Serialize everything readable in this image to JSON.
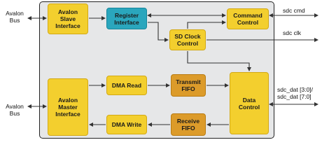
{
  "external": {
    "avalon_bus_top": "Avalon\nBus",
    "avalon_bus_bottom": "Avalon\nBus"
  },
  "blocks": {
    "avalon_slave": "Avalon\nSlave\nInterface",
    "register_interface": "Register\nInterface",
    "command_control": "Command\nControl",
    "sd_clock_control": "SD Clock\nControl",
    "avalon_master": "Avalon\nMaster\nInterface",
    "dma_read": "DMA Read",
    "transmit_fifo": "Transmit\nFIFO",
    "data_control": "Data\nControl",
    "dma_write": "DMA Write",
    "receive_fifo": "Receive\nFIFO"
  },
  "signals": {
    "sdc_cmd": "sdc cmd",
    "sdc_clk": "sdc clk",
    "sdc_dat": "sdc_dat [3:0]/\nsdc_dat [7:0]"
  },
  "colors": {
    "container": "#e6e7e8",
    "yellow_block": "#f3cf2e",
    "teal_block": "#2aa6bd",
    "orange_block": "#dc9b2a",
    "line": "#333333"
  }
}
